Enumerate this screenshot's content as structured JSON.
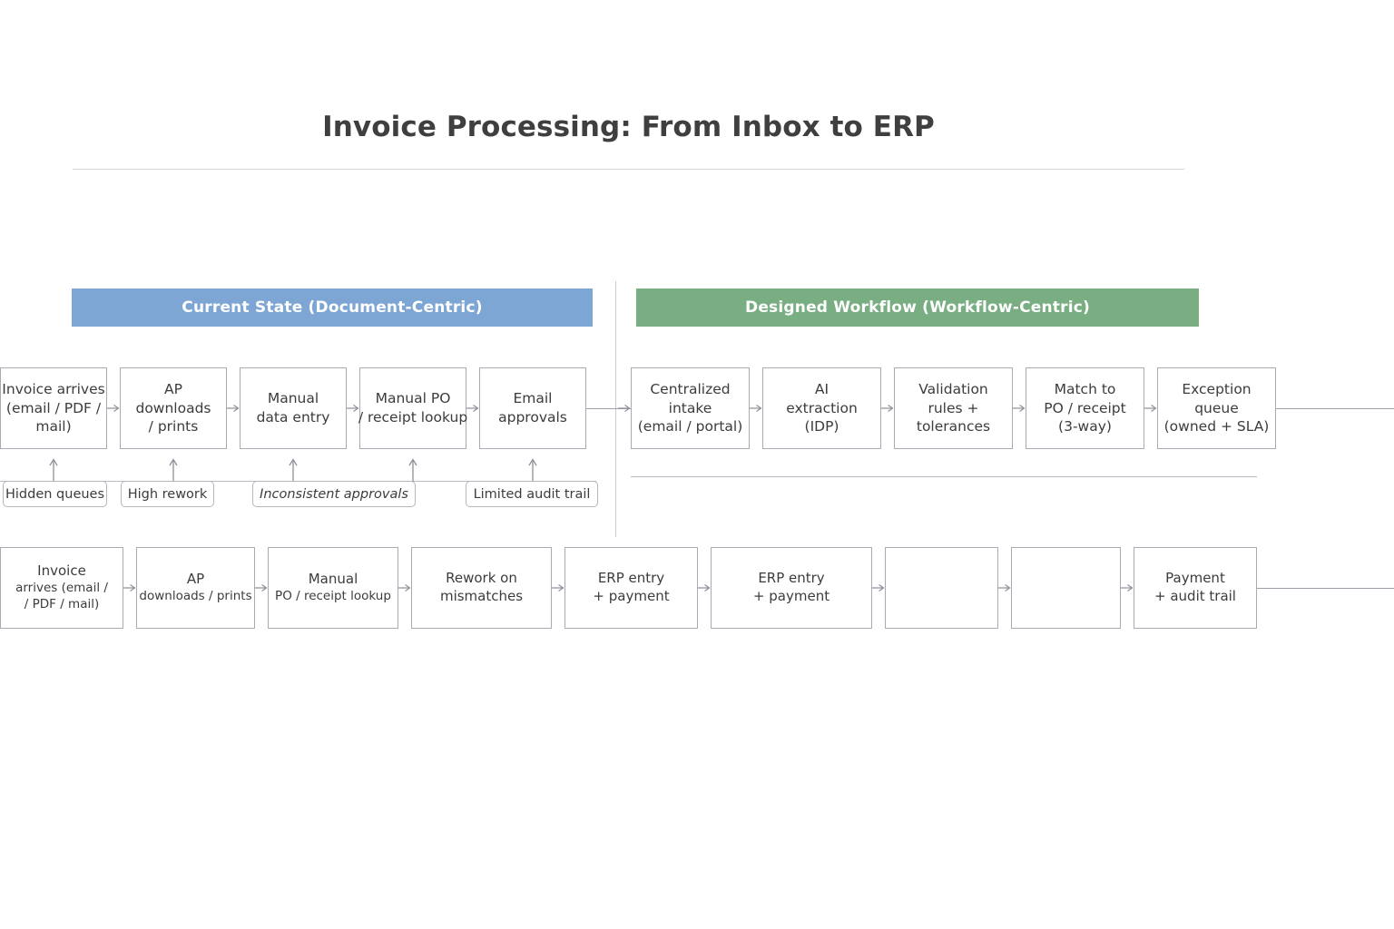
{
  "title": "Invoice Processing: From Inbox to ERP",
  "sections": {
    "left": {
      "label": "Current State (Document-Centric)",
      "color": "#7ea6d4"
    },
    "right": {
      "label": "Designed Workflow (Workflow-Centric)",
      "color": "#79ae82"
    }
  },
  "current_state_steps": [
    {
      "lines": [
        "Invoice arrives",
        "(email / PDF /",
        "mail)"
      ]
    },
    {
      "lines": [
        "AP",
        "downloads",
        "/ prints"
      ]
    },
    {
      "lines": [
        "Manual",
        "data entry"
      ]
    },
    {
      "lines": [
        "Manual PO",
        "/ receipt lookup"
      ]
    },
    {
      "lines": [
        "Email",
        "approvals"
      ]
    }
  ],
  "designed_workflow_steps": [
    {
      "lines": [
        "Centralized",
        "intake",
        "(email / portal)"
      ]
    },
    {
      "lines": [
        "AI",
        "extraction",
        "(IDP)"
      ]
    },
    {
      "lines": [
        "Validation",
        "rules +",
        "tolerances"
      ]
    },
    {
      "lines": [
        "Match to",
        "PO / receipt",
        "(3-way)"
      ]
    },
    {
      "lines": [
        "Exception",
        "queue",
        "(owned + SLA)"
      ]
    }
  ],
  "pain_points": [
    {
      "label": "Hidden queues",
      "italic": false
    },
    {
      "label": "High rework",
      "italic": false
    },
    {
      "label": "Inconsistent approvals",
      "italic": true
    },
    {
      "label": "Limited audit trail",
      "italic": false
    }
  ],
  "bottom_steps": [
    {
      "lines": [
        {
          "text": "Invoice",
          "small": false
        },
        {
          "text": "arrives  (email /",
          "small": true
        },
        {
          "text": "/ PDF / mail)",
          "small": true
        }
      ]
    },
    {
      "lines": [
        {
          "text": "AP",
          "small": false
        },
        {
          "text": "downloads / prints",
          "small": true
        }
      ]
    },
    {
      "lines": [
        {
          "text": "Manual",
          "small": false
        },
        {
          "text": "PO / receipt lookup",
          "small": true
        }
      ]
    },
    {
      "lines": [
        {
          "text": "Rework on",
          "small": false
        },
        {
          "text": "mismatches",
          "small": false
        }
      ]
    },
    {
      "lines": [
        {
          "text": "ERP entry",
          "small": false
        },
        {
          "text": "+ payment",
          "small": false
        }
      ]
    },
    {
      "lines": [
        {
          "text": "ERP entry",
          "small": false
        },
        {
          "text": "+ payment",
          "small": false
        }
      ]
    },
    {
      "lines": []
    },
    {
      "lines": []
    },
    {
      "lines": [
        {
          "text": "Payment",
          "small": false
        },
        {
          "text": "+ audit trail",
          "small": false
        }
      ]
    }
  ],
  "icons": {
    "flow_arrow": "arrow-right-icon",
    "callout_arrow": "arrow-up-icon"
  }
}
